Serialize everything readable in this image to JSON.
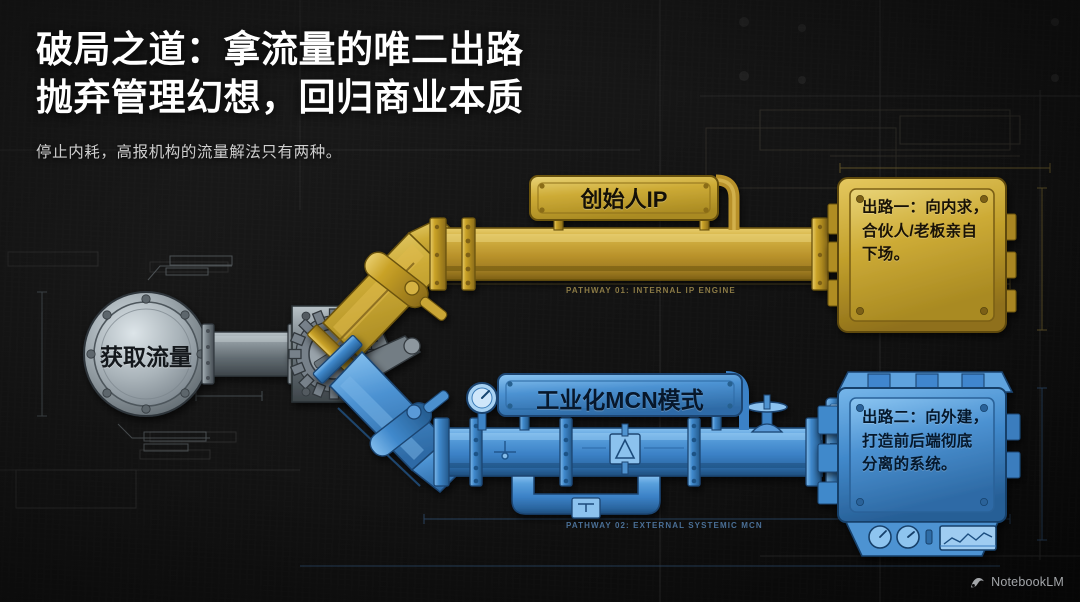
{
  "header": {
    "title_line1": "破局之道：拿流量的唯二出路",
    "title_line2": "抛弃管理幻想，回归商业本质",
    "subtitle": "停止内耗，高报机构的流量解法只有两种。"
  },
  "diagram": {
    "source_label": "获取流量",
    "branch_gold_label": "创始人IP",
    "branch_blue_label": "工业化MCN模式",
    "pathway_gold": "PATHWAY 01: INTERNAL IP ENGINE",
    "pathway_blue": "PATHWAY 02: EXTERNAL SYSTEMIC MCN",
    "outcome_gold": "出路一：向内求，\n合伙人/老板亲自\n下场。",
    "outcome_blue": "出路二：向外建，\n打造前后端彻底\n分离的系统。"
  },
  "watermark": {
    "label": "NotebookLM",
    "icon": "notebooklm-logo-icon"
  },
  "colors": {
    "background": "#0d0d0d",
    "gold": "#c9a227",
    "gold_light": "#e0c158",
    "gold_dark": "#8a6d1a",
    "blue": "#3f86ce",
    "blue_light": "#6fb0e8",
    "blue_dark": "#1d4f85",
    "steel": "#8e989e",
    "steel_dark": "#4a5358",
    "title_text": "#ffffff",
    "subtitle_text": "#cfcfcf",
    "blueprint_gold": "#6b5c2c",
    "blueprint_blue": "#2b4a6b"
  }
}
